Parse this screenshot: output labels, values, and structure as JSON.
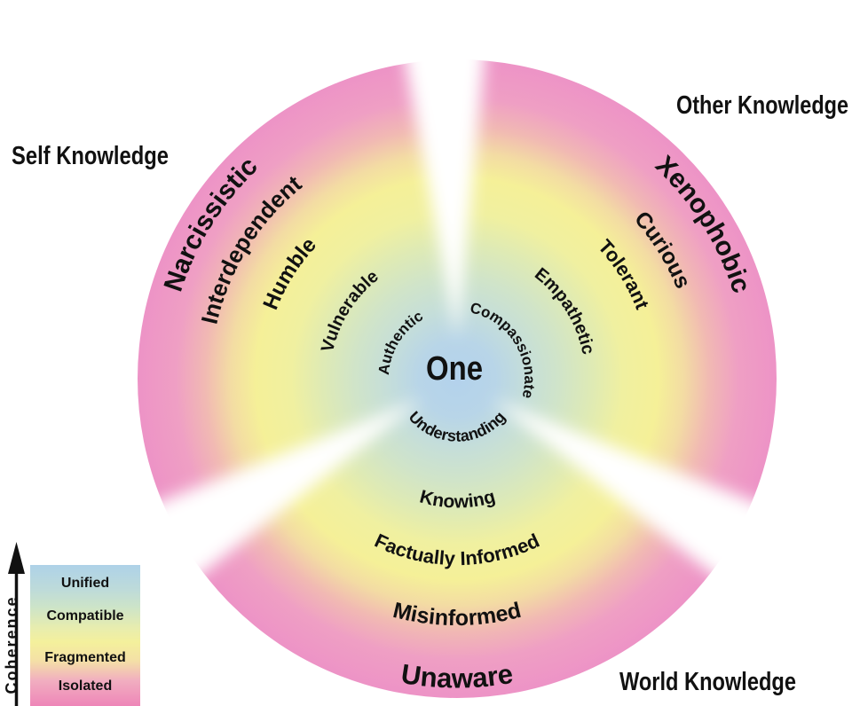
{
  "diagram": {
    "center_label": "One",
    "sectors": [
      {
        "name": "Self Knowledge",
        "words": [
          "Narcissistic",
          "Interdependent",
          "Humble",
          "Vulnerable",
          "Authentic"
        ]
      },
      {
        "name": "Other Knowledge",
        "words": [
          "Xenophobic",
          "Curious",
          "Tolerant",
          "Empathetic",
          "Compassionate"
        ]
      },
      {
        "name": "World Knowledge",
        "words": [
          "Unaware",
          "Misinformed",
          "Factually Informed",
          "Knowing",
          "Understanding"
        ]
      }
    ]
  },
  "legend": {
    "axis_label": "Coherence",
    "levels": [
      {
        "label": "Unified",
        "color": "#aed2e8"
      },
      {
        "label": "Compatible",
        "color": "#cde4c8"
      },
      {
        "label": "Fragmented",
        "color": "#f4f09c"
      },
      {
        "label": "Isolated",
        "color": "#f0a2c2"
      }
    ]
  },
  "colors": {
    "background": "#ffffff",
    "text": "#111111",
    "ring_unified_blue": "#b3d2ec",
    "ring_compatible_green": "#d0e4c9",
    "ring_fragmented_yellow": "#f5f098",
    "ring_isolated_pink": "#ed93c6"
  }
}
